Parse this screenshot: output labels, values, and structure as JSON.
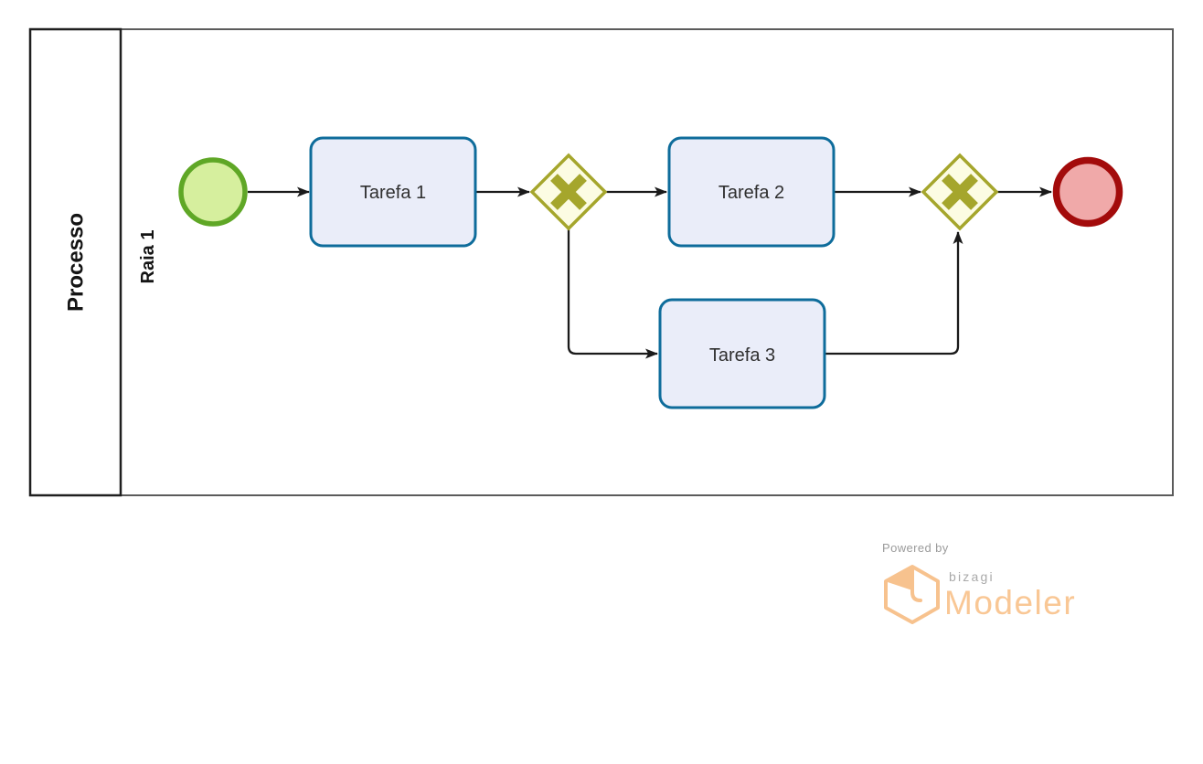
{
  "pool": {
    "label": "Processo"
  },
  "lane": {
    "label": "Raia 1"
  },
  "tasks": {
    "task1": {
      "label": "Tarefa 1"
    },
    "task2": {
      "label": "Tarefa 2"
    },
    "task3": {
      "label": "Tarefa 3"
    }
  },
  "icons": {
    "gateway": "exclusive-gateway-x-cross",
    "brand": "bizagi-hexagon-box",
    "arrowhead": "sequence-flow-arrowhead"
  },
  "colors": {
    "start_event_fill": "#D6EF9E",
    "start_event_stroke": "#5FA726",
    "end_event_fill": "#F0A9A9",
    "end_event_stroke": "#A30B0B",
    "task_fill": "#EAEDF9",
    "task_stroke": "#0E6C9B",
    "gateway_fill": "#FCFCE3",
    "gateway_stroke": "#A5A62C",
    "flow_stroke": "#1A1A1A",
    "pool_stroke": "#1F1F1F",
    "lane_stroke": "#5B5B5B",
    "label_color": "#2F2F2F",
    "brand_orange": "#F7C28E",
    "brand_orange_text": "#F9C795",
    "brand_gray": "#9B9B9B",
    "brand_gray_dark": "#A9A9A9"
  },
  "branding": {
    "powered_by": "Powered by",
    "brand": "bizagi",
    "product": "Modeler"
  }
}
